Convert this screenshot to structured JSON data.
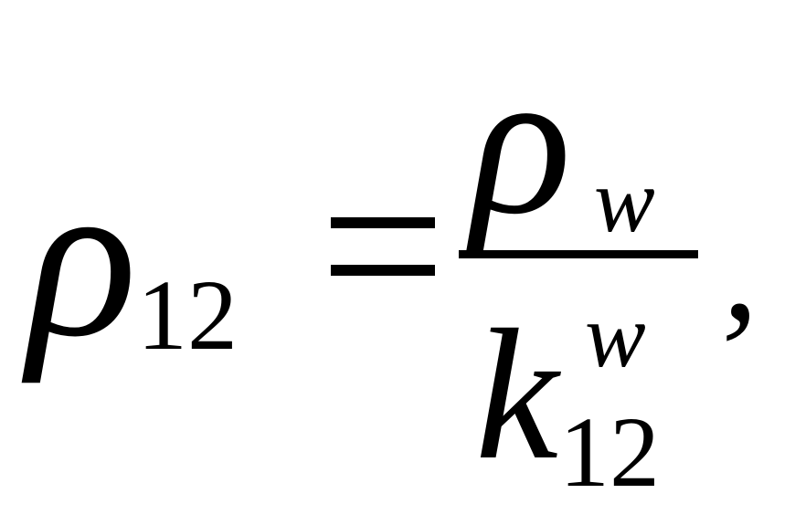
{
  "formula": {
    "lhs": {
      "symbol": "ρ",
      "subscript": "12"
    },
    "relation": "=",
    "numerator": {
      "symbol": "ρ",
      "subscript": "w"
    },
    "denominator": {
      "symbol": "k",
      "superscript": "w",
      "subscript": "12"
    },
    "trailing": ","
  }
}
